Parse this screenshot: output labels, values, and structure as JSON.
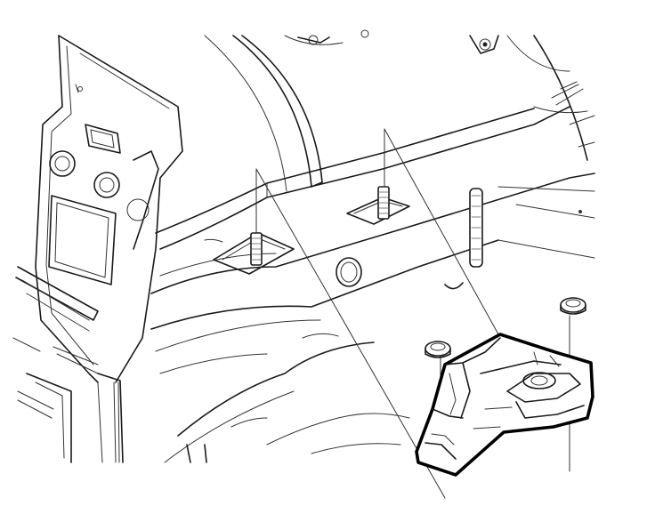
{
  "illustration": {
    "parts": [
      {
        "name": "mount-bracket",
        "outline": "heavy"
      },
      {
        "name": "nut",
        "count": 2
      },
      {
        "name": "stud",
        "count": 3
      }
    ],
    "line_color": "#1a1a1a",
    "background": "#ffffff"
  }
}
